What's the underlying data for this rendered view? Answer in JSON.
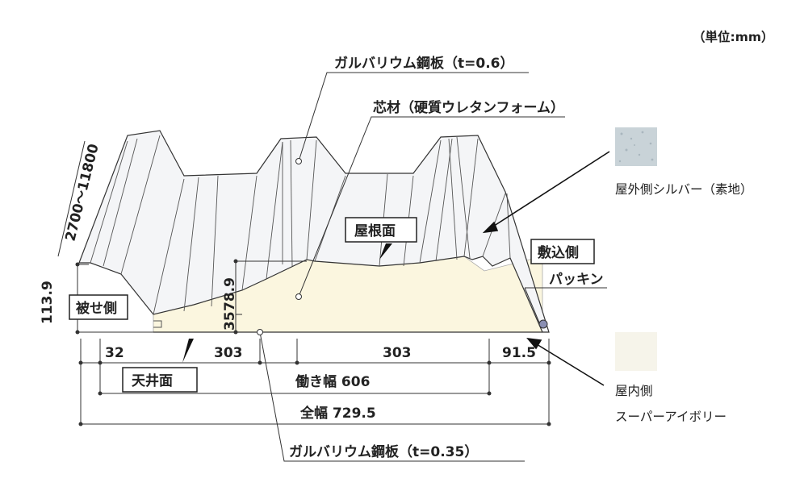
{
  "unit_label": "（単位:mm）",
  "labels": {
    "steel_top": "ガルバリウム鋼板（t=0.6）",
    "core": "芯材（硬質ウレタンフォーム）",
    "steel_bottom": "ガルバリウム鋼板（t=0.35）",
    "roof_face": "屋根面",
    "ceiling_face": "天井面",
    "overlap_side": "被せ側",
    "underlay_side": "敷込側",
    "packing": "パッキン"
  },
  "dimensions": {
    "length": "2700～11800",
    "height_total": "113.9",
    "rib_height": "78.9",
    "base_thickness": "35",
    "seg_edge": "32",
    "seg_pitch_1": "303",
    "seg_pitch_2": "303",
    "seg_end": "91.5",
    "working_width": "働き幅 606",
    "full_width": "全幅 729.5"
  },
  "swatches": {
    "outer": {
      "label": "屋外側シルバー（素地）",
      "color": "#c9d3d8"
    },
    "inner": {
      "label_line1": "屋内側",
      "label_line2": "スーパーアイボリー",
      "color": "#f6f4ea"
    }
  },
  "colors": {
    "panel_face": "#f4f5f7",
    "rib_shade": "#d9dce2",
    "core": "#fbf6df",
    "line": "#333333"
  }
}
